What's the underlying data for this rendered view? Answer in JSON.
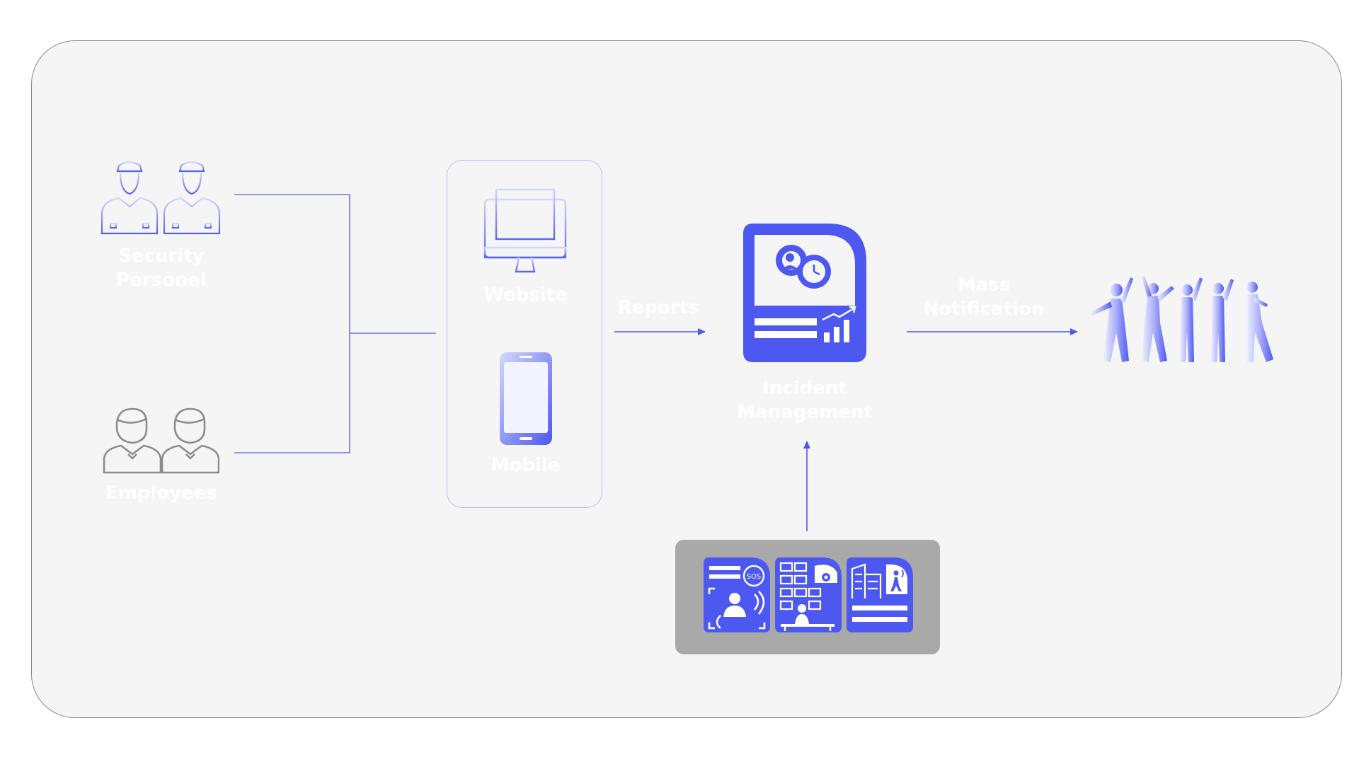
{
  "diagram": {
    "nodes": {
      "security_personnel": {
        "label_line1": "Security",
        "label_line2": "Personel",
        "icon": "security-guard-pair-icon"
      },
      "employees": {
        "label": "Employees",
        "icon": "employee-pair-icon"
      },
      "website": {
        "label": "Website",
        "icon": "desktop-monitor-icon"
      },
      "mobile": {
        "label": "Mobile",
        "icon": "smartphone-icon"
      },
      "incident_management": {
        "label_line1": "Incident",
        "label_line2": "Management",
        "icon": "incident-dashboard-icon"
      },
      "crowd": {
        "icon": "crowd-people-icon"
      },
      "sources": [
        {
          "icon": "sos-emergency-icon"
        },
        {
          "icon": "video-surveillance-icon"
        },
        {
          "icon": "building-intrusion-icon"
        }
      ]
    },
    "edges": {
      "reports": {
        "label": "Reports"
      },
      "mass_notification": {
        "label_line1": "Mass",
        "label_line2": "Notification"
      }
    },
    "colors": {
      "accent": "#4d58f0",
      "line": "#6b74f2",
      "panel_background": "#f5f5f6",
      "label_text": "#ffffff",
      "sources_background": "#a9a9a9",
      "person_outline": "#8c8c8c"
    }
  }
}
